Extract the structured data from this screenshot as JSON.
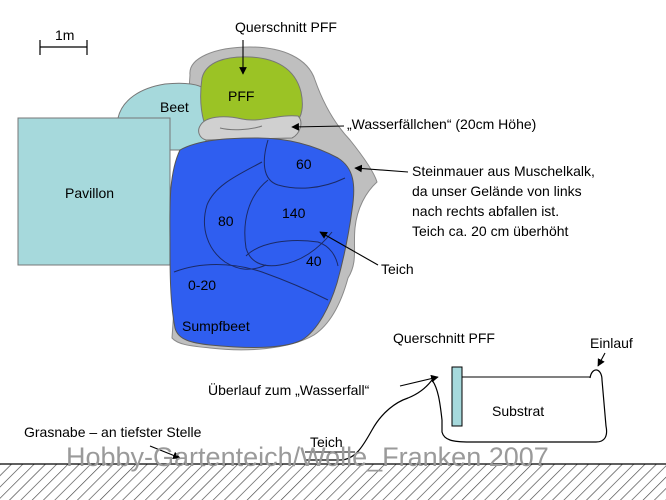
{
  "scale_bar": {
    "label": "1m"
  },
  "top_section_title": "Querschnitt PFF",
  "areas": {
    "beet": "Beet",
    "pff": "PFF",
    "pavillon": "Pavillon",
    "sumpfbeet": "Sumpfbeet"
  },
  "depths": {
    "d60": "60",
    "d80": "80",
    "d140": "140",
    "d40": "40",
    "d0_20": "0-20"
  },
  "callouts": {
    "waterfall": "„Wasserfällchen“ (20cm Höhe)",
    "wall_lines": [
      "Steinmauer aus Muschelkalk,",
      "da unser Gelände von links",
      "nach rechts abfallen ist.",
      "Teich ca. 20 cm überhöht"
    ],
    "teich": "Teich"
  },
  "cross_section": {
    "title": "Querschnitt PFF",
    "einlauf": "Einlauf",
    "ueberlauf": "Überlauf zum „Wasserfall“",
    "substrat": "Substrat",
    "grasnabe": "Grasnabe – an tiefster Stelle",
    "teich": "Teich"
  },
  "watermark": "Hobby-Gartenteich/Wolle_Franken 2007",
  "colors": {
    "pond_blue": "#2f5ef0",
    "pff_green": "#9bc325",
    "pavillon_teal": "#a6d9dc",
    "wall_gray": "#bfbfbf",
    "waterfall_gray": "#d0d0d0"
  }
}
